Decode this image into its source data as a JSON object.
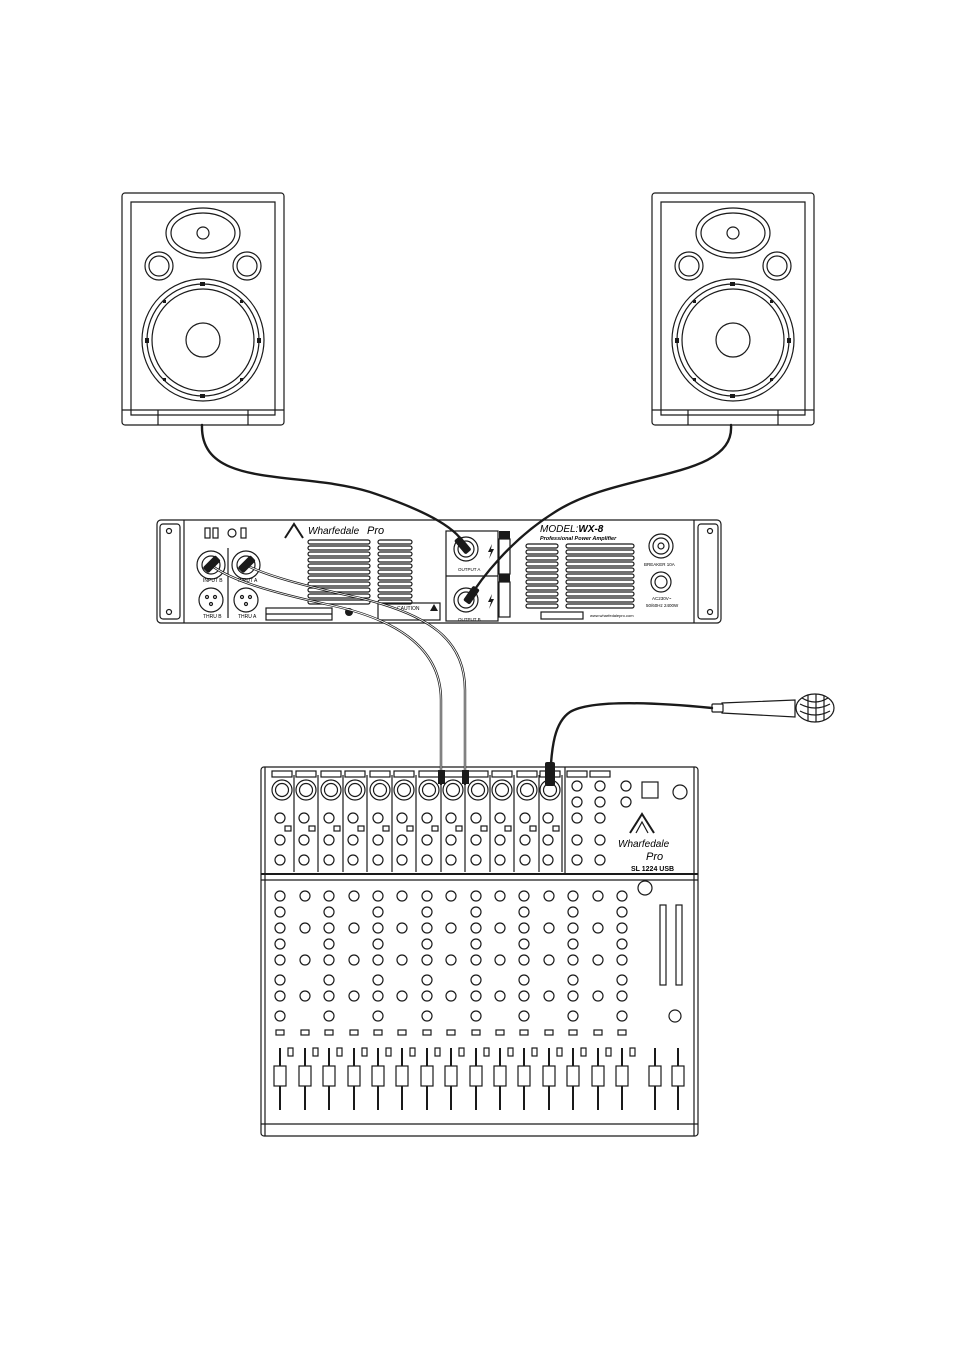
{
  "amplifier": {
    "brand_word": "Wharfedale",
    "brand_script": "Pro",
    "model_prefix": "MODEL:",
    "model_name": "WX-8",
    "subtitle": "Professional Power Amplifier",
    "input_b_label": "INPUT B",
    "input_a_label": "INPUT A",
    "thru_b_label": "THRU B",
    "thru_a_label": "THRU A",
    "output_a_label": "OUTPUT A",
    "output_b_label": "OUTPUT B",
    "breaker_label": "BREAKER  10A",
    "power_label_1": "AC230V~",
    "power_label_2": "50/60Hz 2400W",
    "caution_label": "CAUTION",
    "website": "www.wharfedalepro.com"
  },
  "mixer": {
    "brand_word": "Wharfedale",
    "brand_script": "Pro",
    "model": "SL 1224 USB"
  },
  "colors": {
    "ink": "#1a1a1a",
    "paper": "#ffffff"
  }
}
